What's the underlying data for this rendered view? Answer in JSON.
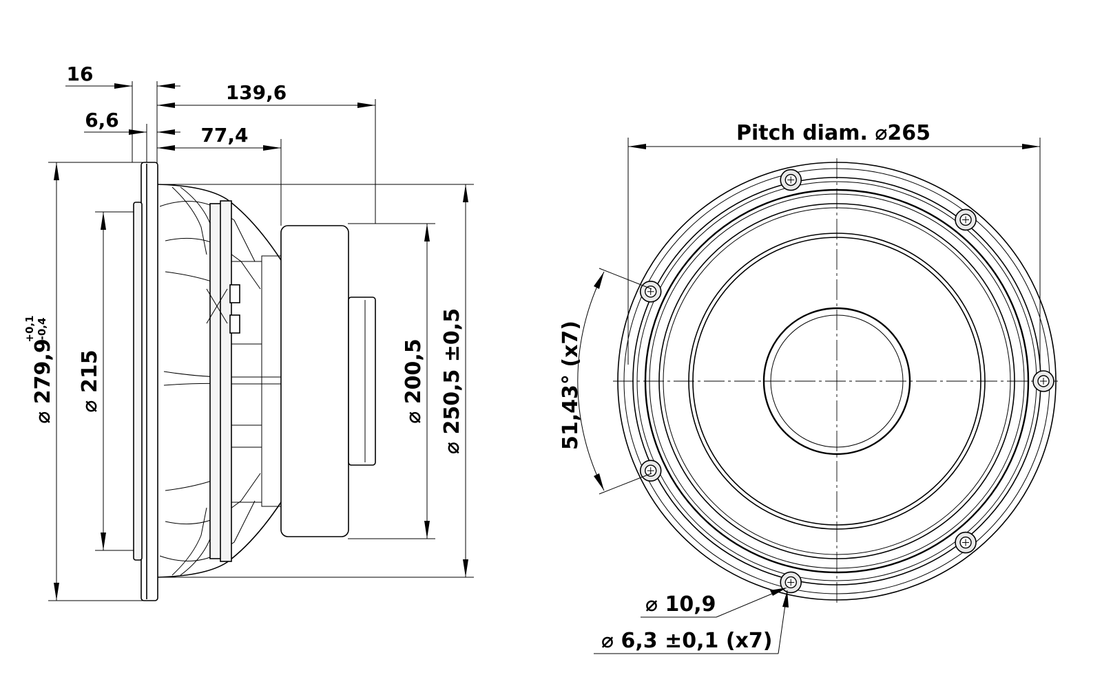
{
  "side_view": {
    "flange_thickness": "16",
    "gasket_thickness": "6,6",
    "overall_depth": "139,6",
    "mounting_depth": "77,4",
    "outer_diameter": "279,9",
    "outer_tol_upper": "+0,1",
    "outer_tol_lower": "-0,4",
    "cone_diameter": "215",
    "magnet_diameter": "200,5",
    "frame_diameter": "250,5 ±0,5"
  },
  "front_view": {
    "pitch_label": "Pitch diam.",
    "pitch_diameter": "265",
    "hole_angle": "51,43° (x7)",
    "hole_outer_diameter": "10,9",
    "hole_diameter": "6,3 ±0,1 (x7)"
  },
  "symbols": {
    "diameter": "⌀"
  },
  "bolt_holes": {
    "count": 7
  }
}
